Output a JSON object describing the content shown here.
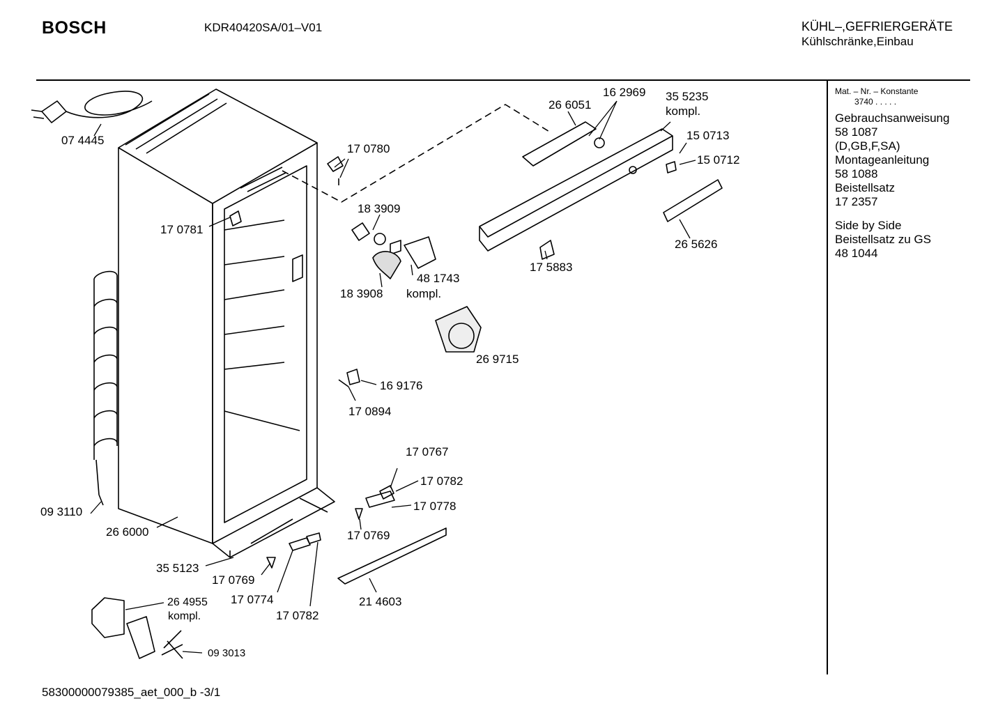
{
  "header": {
    "brand": "BOSCH",
    "model": "KDR40420SA/01–V01",
    "category_line1": "KÜHL–,GEFRIERGERÄTE",
    "category_line2": "Kühlschränke,Einbau"
  },
  "sidebar": {
    "mat_label": "Mat. – Nr. – Konstante",
    "mat_value": "3740  .  .  .  .  .",
    "lines": [
      "Gebrauchsanweisung",
      "58 1087",
      "(D,GB,F,SA)",
      "Montageanleitung",
      "58 1088",
      "Beistellsatz",
      "17 2357"
    ],
    "lines2": [
      "Side by Side",
      "Beistellsatz zu GS",
      "48 1044"
    ]
  },
  "parts": [
    "07 4445",
    "17 0780",
    "17 0781",
    "26 6051",
    "16 2969",
    "35 5235",
    "kompl.",
    "15 0713",
    "15 0712",
    "18 3909",
    "48 1743",
    "kompl.",
    "18 3908",
    "17 5883",
    "26 5626",
    "26 9715",
    "16 9176",
    "17 0894",
    "17 0767",
    "17 0782",
    "17 0778",
    "17 0769",
    "09 3110",
    "26 6000",
    "35 5123",
    "17 0769",
    "17 0774",
    "17 0782",
    "21 4603",
    "26 4955",
    "kompl.",
    "09 3013"
  ],
  "footer": {
    "code": "58300000079385_aet_000_b  -3/1"
  }
}
